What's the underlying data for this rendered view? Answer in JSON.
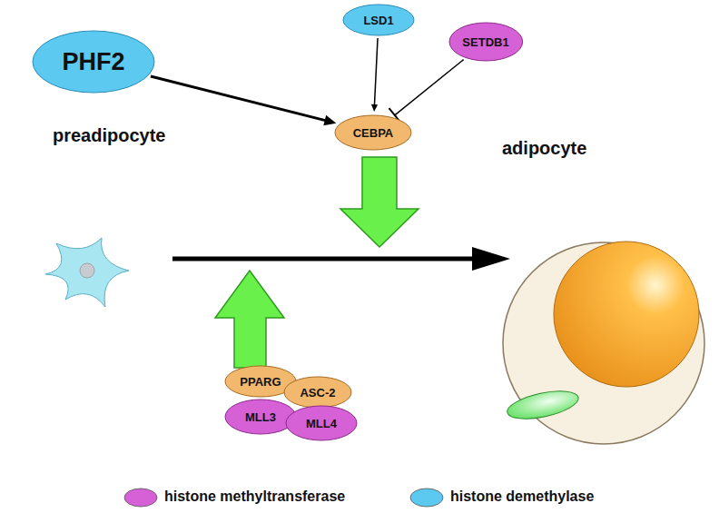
{
  "diagram": {
    "nodes": [
      {
        "text": [
          "PHF2"
        ]
      },
      {
        "text": [
          "LSD1"
        ]
      },
      {
        "text": [
          "SETDB1"
        ]
      },
      {
        "text": [
          "CEBPA"
        ]
      },
      {
        "text": [
          "PPARG"
        ]
      },
      {
        "text": [
          "ASC-2"
        ]
      },
      {
        "text": [
          "MLL3"
        ]
      },
      {
        "text": [
          "MLL4"
        ]
      }
    ],
    "edges": [
      {
        "from": 0,
        "to": 3,
        "arrow": "to"
      },
      {
        "from": 1,
        "to": 3,
        "arrow": "to"
      },
      {
        "from": 2,
        "to": 3,
        "arrow": "to"
      }
    ],
    "labels": [
      "preadipocyte",
      "adipocyte"
    ],
    "legend": [
      {
        "text": "histone methyltransferase",
        "color": "#d660d6"
      },
      {
        "text": "histone demethylase",
        "color": "#5cc9f1"
      }
    ]
  }
}
